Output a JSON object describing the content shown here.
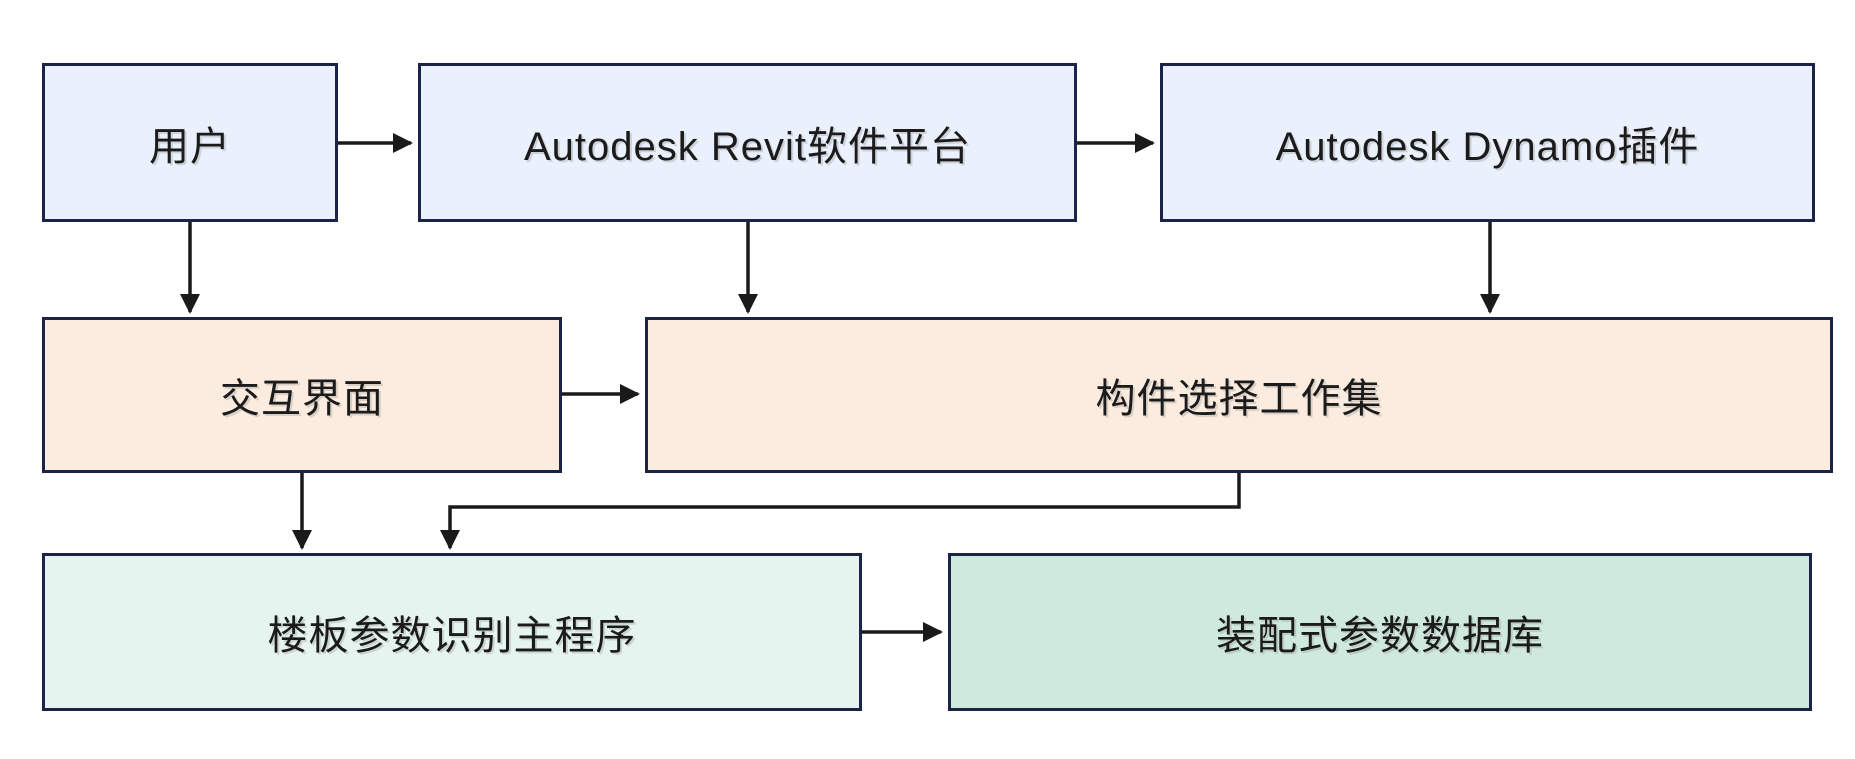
{
  "diagram": {
    "type": "flowchart",
    "nodes": [
      {
        "id": "user",
        "label": "用户",
        "fill": "#eaf0fc",
        "row": 1
      },
      {
        "id": "revit",
        "label": "Autodesk Revit软件平台",
        "fill": "#eaf0fc",
        "row": 1
      },
      {
        "id": "dynamo",
        "label": "Autodesk Dynamo插件",
        "fill": "#eaf0fc",
        "row": 1
      },
      {
        "id": "ui",
        "label": "交互界面",
        "fill": "#fcecdf",
        "row": 2
      },
      {
        "id": "workset",
        "label": "构件选择工作集",
        "fill": "#fcecdf",
        "row": 2
      },
      {
        "id": "main",
        "label": "楼板参数识别主程序",
        "fill": "#e6f4f0",
        "row": 3
      },
      {
        "id": "db",
        "label": "装配式参数数据库",
        "fill": "#cfeadd",
        "row": 3
      }
    ],
    "edges": [
      {
        "from": "user",
        "to": "revit",
        "style": "straight-right"
      },
      {
        "from": "revit",
        "to": "dynamo",
        "style": "straight-right"
      },
      {
        "from": "user",
        "to": "ui",
        "style": "straight-down"
      },
      {
        "from": "revit",
        "to": "workset",
        "style": "straight-down"
      },
      {
        "from": "dynamo",
        "to": "workset",
        "style": "straight-down"
      },
      {
        "from": "ui",
        "to": "workset",
        "style": "straight-right"
      },
      {
        "from": "ui",
        "to": "main",
        "style": "straight-down"
      },
      {
        "from": "workset",
        "to": "main",
        "style": "elbow-down-left-down"
      },
      {
        "from": "main",
        "to": "db",
        "style": "straight-right"
      }
    ],
    "colors": {
      "background": "#ffffff",
      "node_border": "#1b2346",
      "arrow": "#1a1a1a",
      "text": "#1b1b1b",
      "row1_fill": "#eaf0fc",
      "row2_fill": "#fcecdf",
      "row3_left_fill": "#e6f4f0",
      "row3_right_fill": "#cfeadd"
    }
  }
}
